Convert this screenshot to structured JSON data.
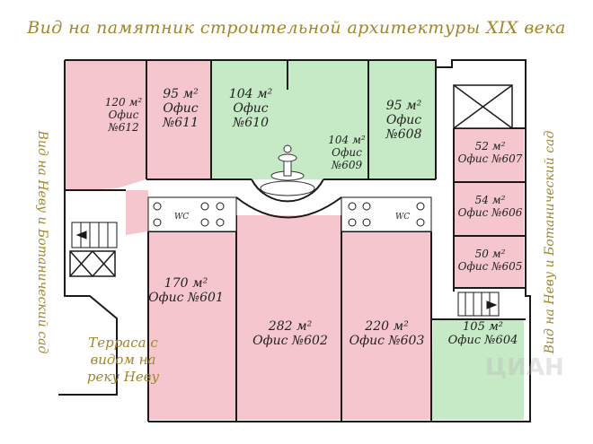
{
  "header": {
    "title": "Вид на памятник строительной архитектуры XIX века"
  },
  "side_labels": {
    "left": "Вид на Неву и Ботанический сад",
    "right": "Вид на Неву и Ботанический сад"
  },
  "terrace": {
    "line1": "Терраса с",
    "line2": "видом на",
    "line3": "реку Неву"
  },
  "wc": {
    "left": "WC",
    "right": "WC"
  },
  "watermark": "ЦИАН",
  "colors": {
    "occupied": "#f5c6cd",
    "available": "#c6e9c6",
    "wall": "#1a1a1a",
    "text_gold": "#a0862c"
  },
  "rooms": [
    {
      "id": "612",
      "area": "120 м²",
      "name": "Офис №612",
      "status": "occupied"
    },
    {
      "id": "611",
      "area": "95 м²",
      "name": "Офис №611",
      "status": "occupied"
    },
    {
      "id": "610",
      "area": "104 м²",
      "name": "Офис №610",
      "status": "available"
    },
    {
      "id": "609",
      "area": "104 м²",
      "name": "Офис №609",
      "status": "available"
    },
    {
      "id": "608",
      "area": "95 м²",
      "name": "Офис №608",
      "status": "available"
    },
    {
      "id": "607",
      "area": "52 м²",
      "name": "Офис №607",
      "status": "occupied"
    },
    {
      "id": "606",
      "area": "54 м²",
      "name": "Офис №606",
      "status": "occupied"
    },
    {
      "id": "605",
      "area": "50 м²",
      "name": "Офис №605",
      "status": "occupied"
    },
    {
      "id": "604",
      "area": "105 м²",
      "name": "Офис №604",
      "status": "available"
    },
    {
      "id": "601",
      "area": "170 м²",
      "name": "Офис №601",
      "status": "occupied"
    },
    {
      "id": "602",
      "area": "282 м²",
      "name": "Офис №602",
      "status": "occupied"
    },
    {
      "id": "603",
      "area": "220 м²",
      "name": "Офис №603",
      "status": "occupied"
    }
  ]
}
